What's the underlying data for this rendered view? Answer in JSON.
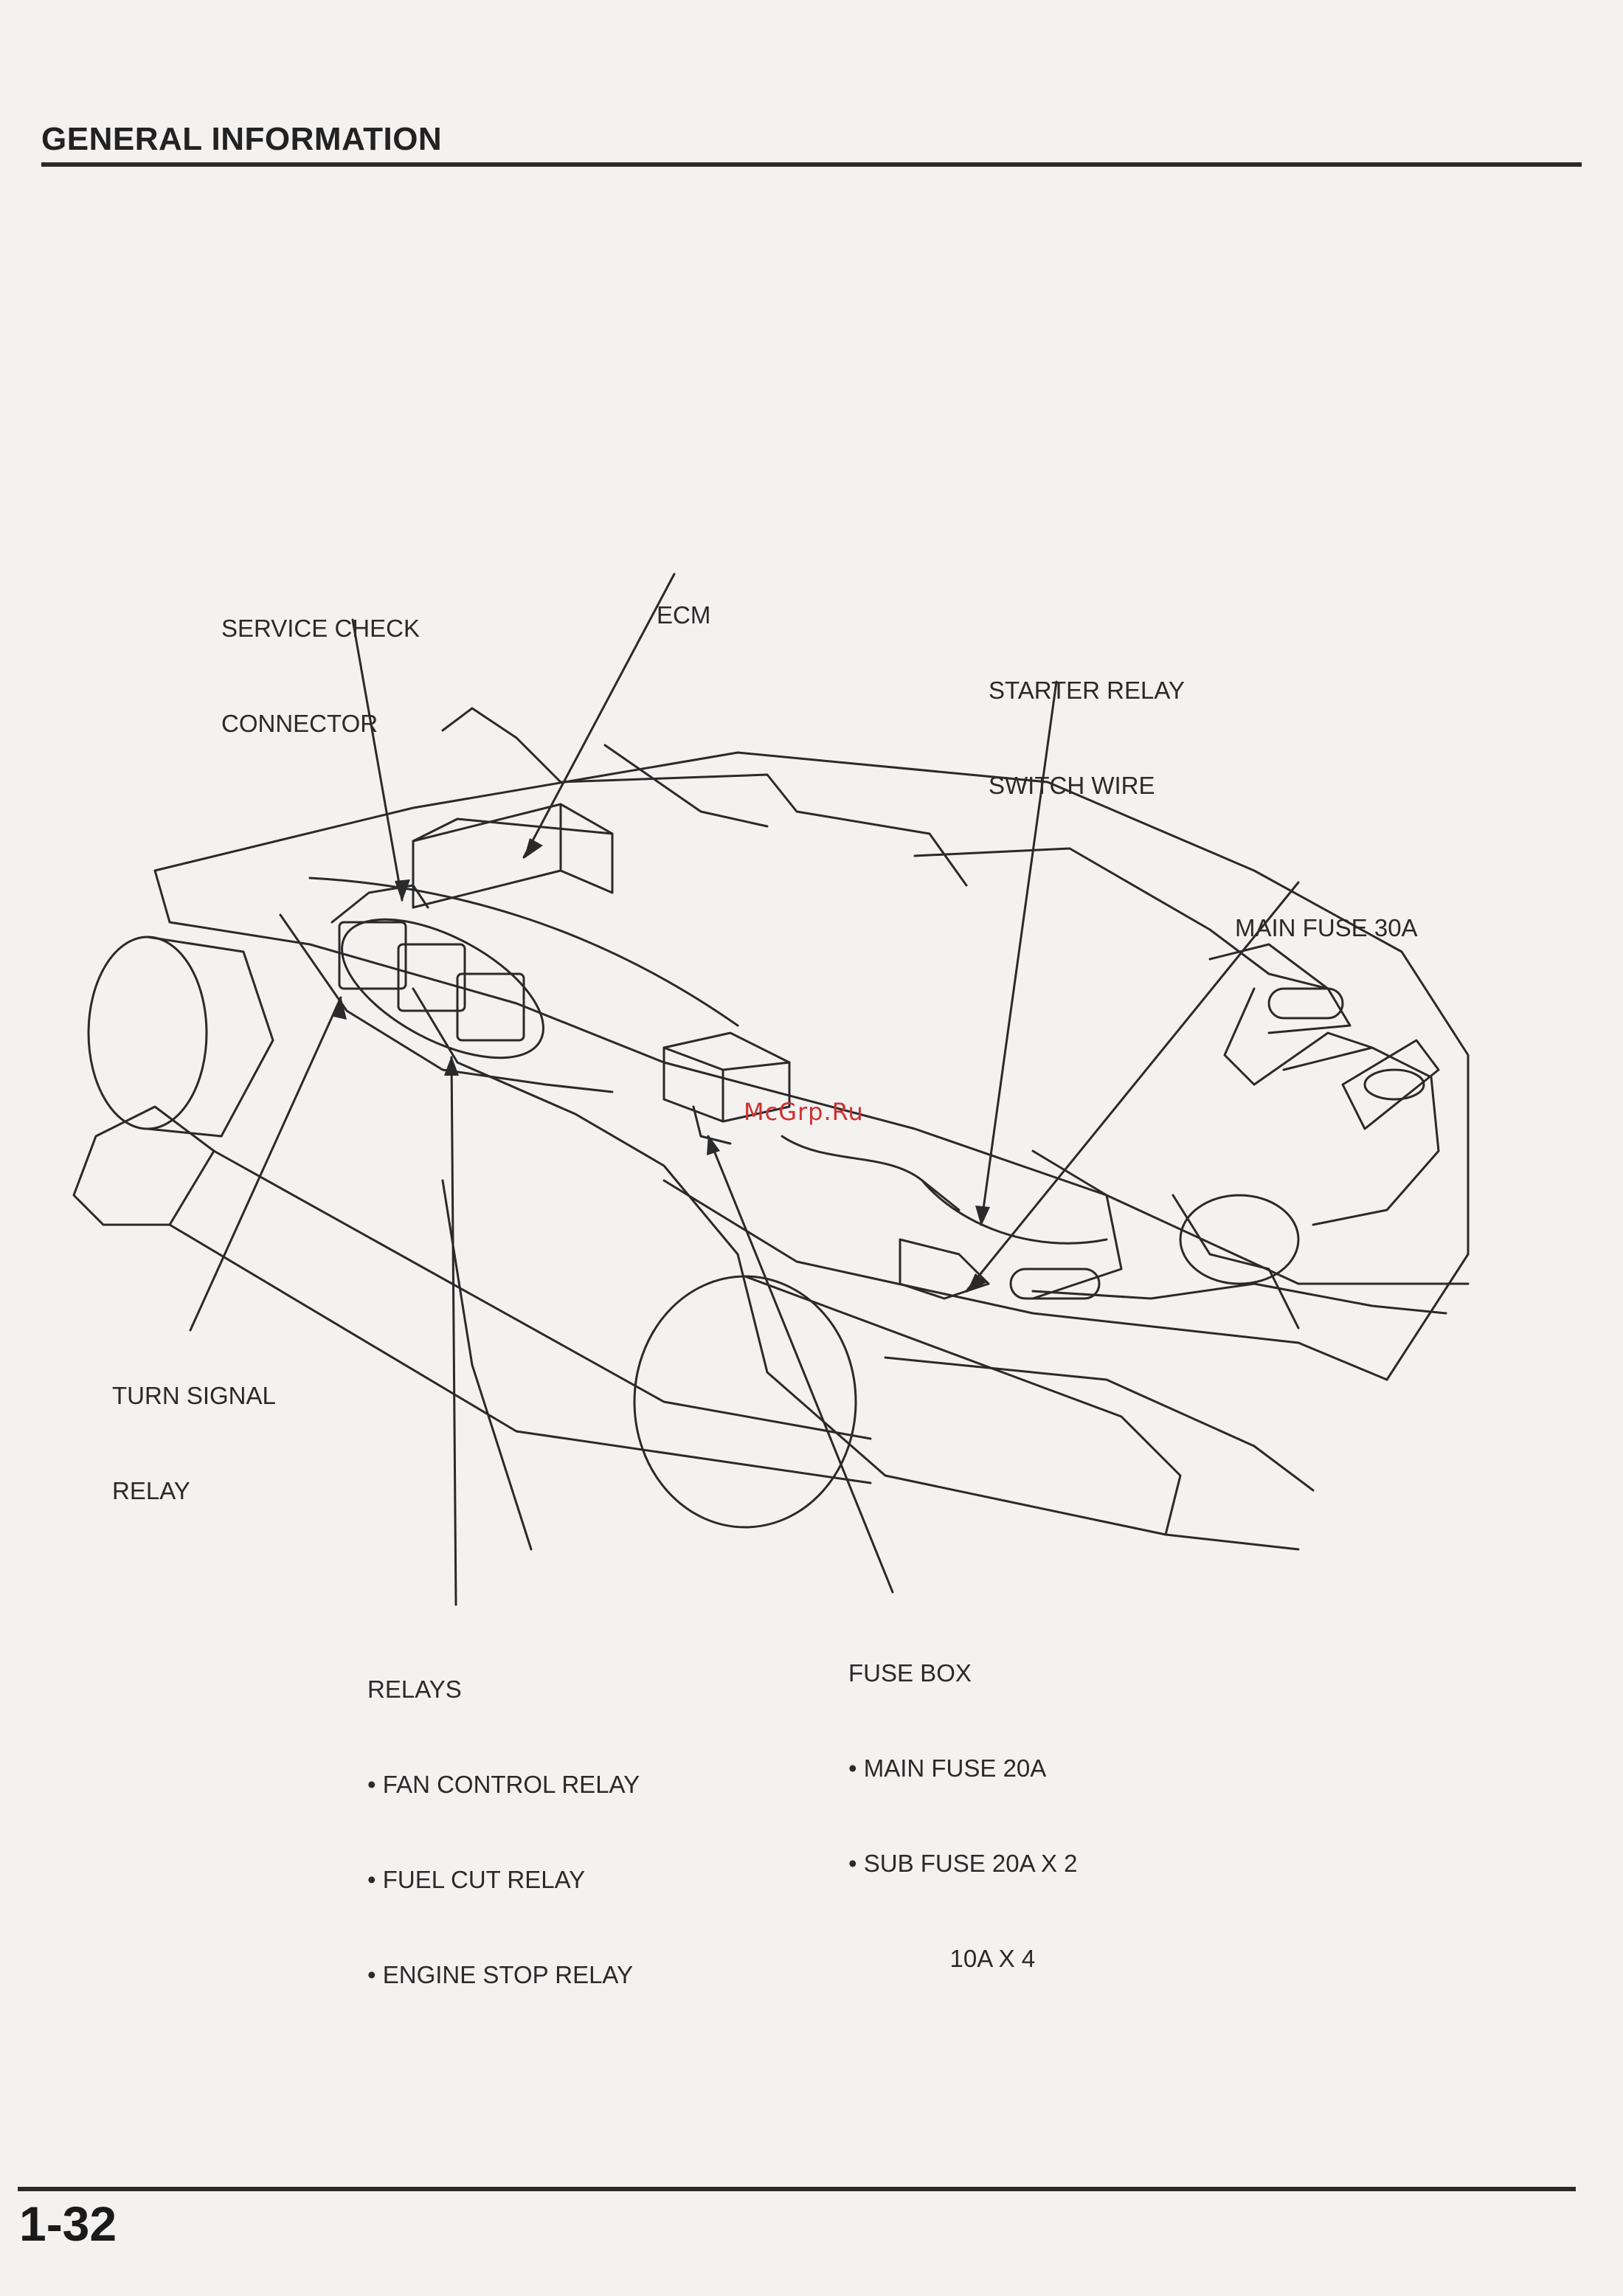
{
  "header": {
    "title": "GENERAL INFORMATION"
  },
  "footer": {
    "page_number": "1-32"
  },
  "watermark": "McGrp.Ru",
  "callouts": {
    "service_check_connector": [
      "SERVICE CHECK",
      "CONNECTOR"
    ],
    "ecm": [
      "ECM"
    ],
    "starter_relay_switch_wire": [
      "STARTER RELAY",
      "SWITCH WIRE"
    ],
    "main_fuse": [
      "MAIN FUSE 30A"
    ],
    "turn_signal_relay": [
      "TURN SIGNAL",
      "RELAY"
    ],
    "relays": [
      "RELAYS",
      "• FAN CONTROL RELAY",
      "• FUEL CUT RELAY",
      "• ENGINE STOP RELAY"
    ],
    "fuse_box": [
      "FUSE BOX",
      "• MAIN FUSE 20A",
      "• SUB FUSE 20A X 2",
      "               10A X 4"
    ]
  }
}
